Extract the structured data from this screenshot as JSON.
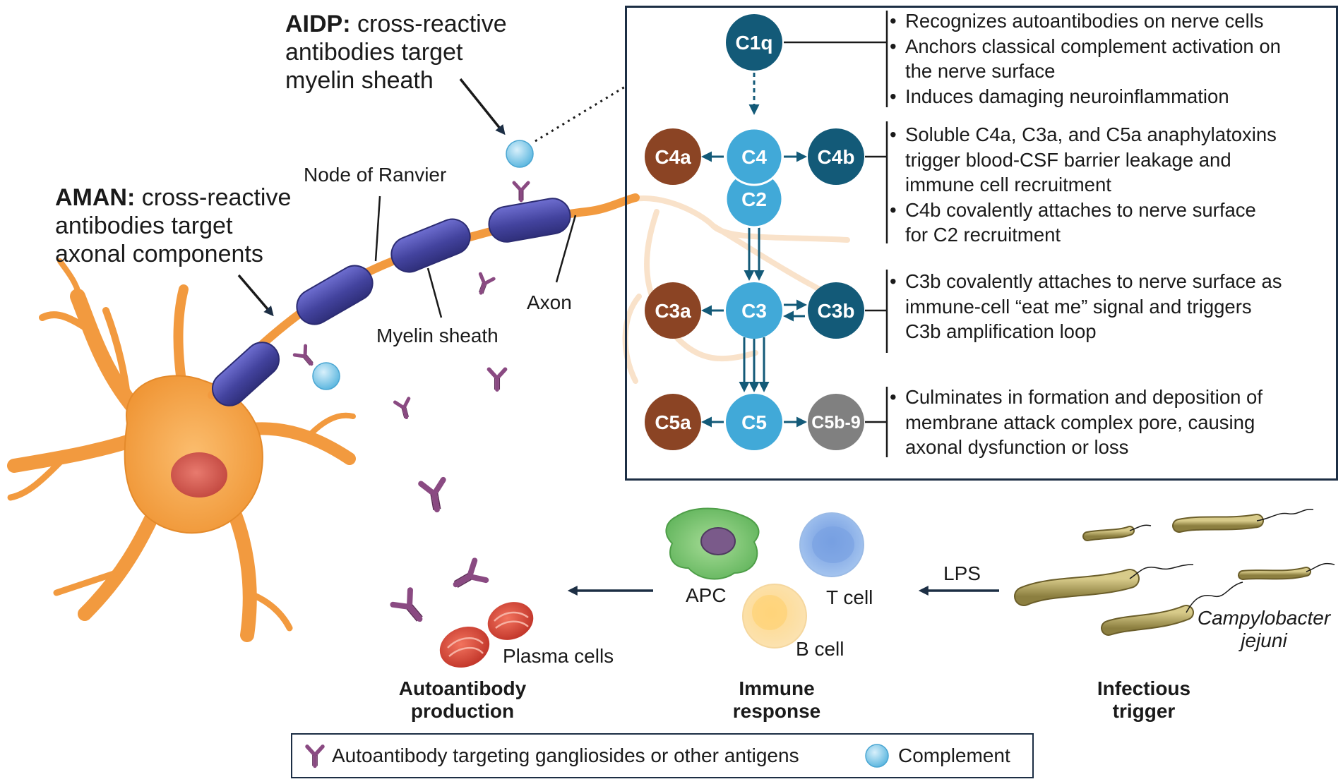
{
  "labels": {
    "aidp_bold": "AIDP:",
    "aidp_line1": " cross-reactive",
    "aidp_line2": "antibodies target",
    "aidp_line3": "myelin sheath",
    "aman_bold": "AMAN:",
    "aman_line1": " cross-reactive",
    "aman_line2": "antibodies target",
    "aman_line3": "axonal components",
    "node_of_ranvier": "Node of Ranvier",
    "myelin_sheath": "Myelin sheath",
    "axon": "Axon",
    "apc": "APC",
    "t_cell": "T cell",
    "b_cell": "B cell",
    "lps": "LPS",
    "campylobacter_line1": "Campylobacter",
    "campylobacter_line2": "jejuni",
    "plasma_cells": "Plasma cells",
    "autoantibody_production_line1": "Autoantibody",
    "autoantibody_production_line2": "production",
    "immune_response_line1": "Immune",
    "immune_response_line2": "response",
    "infectious_trigger_line1": "Infectious",
    "infectious_trigger_line2": "trigger"
  },
  "cascade": {
    "nodes": {
      "c1q": "C1q",
      "c4": "C4",
      "c2": "C2",
      "c4a": "C4a",
      "c4b": "C4b",
      "c3": "C3",
      "c3a": "C3a",
      "c3b": "C3b",
      "c5": "C5",
      "c5a": "C5a",
      "c5b9": "C5b-9"
    },
    "bullets_c1q": [
      "Recognizes autoantibodies on nerve cells",
      "Anchors classical complement activation on",
      "the nerve surface",
      "Induces damaging neuroinflammation"
    ],
    "bullets_c4": [
      "Soluble C4a, C3a, and C5a anaphylatoxins",
      "trigger blood-CSF barrier leakage and",
      "immune cell recruitment",
      "C4b covalently attaches to nerve surface",
      "for C2 recruitment"
    ],
    "bullets_c3": [
      "C3b covalently attaches to nerve surface as",
      "immune-cell “eat me” signal and triggers",
      "C3b amplification loop"
    ],
    "bullets_c5": [
      "Culminates in formation and deposition of",
      "membrane attack complex pore, causing",
      "axonal dysfunction or loss"
    ]
  },
  "legend": {
    "autoantibody": "Autoantibody targeting gangliosides or other antigens",
    "complement": "Complement"
  },
  "colors": {
    "navy": "#135a78",
    "light_blue": "#41a9d8",
    "brown": "#8b4424",
    "gray": "#808080",
    "neuron_orange": "#f5a04a",
    "myelin_purple": "#4a4aa8",
    "antibody_purple": "#8a4a82",
    "frame": "#1c2e44"
  }
}
